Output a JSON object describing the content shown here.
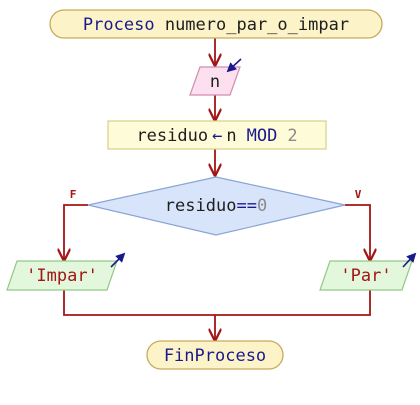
{
  "start": {
    "keyword": "Proceso",
    "name": "numero_par_o_impar"
  },
  "read_node": {
    "variable": "n"
  },
  "assign_node": {
    "target": "residuo",
    "arrow": "←",
    "operand": "n",
    "operator": "MOD",
    "constant": "2"
  },
  "decision_node": {
    "variable": "residuo",
    "operator": "==",
    "constant": "0"
  },
  "branch_false": {
    "label": "F",
    "output": "'Impar'"
  },
  "branch_true": {
    "label": "V",
    "output": "'Par'"
  },
  "end": {
    "keyword": "FinProceso"
  },
  "colors": {
    "flow_line": "#a31515",
    "keyword": "#1a1a8c",
    "text": "#1e1e1e",
    "string": "#a31515",
    "number": "#8c8c8c",
    "terminal_fill": "#fcf3c8",
    "terminal_stroke": "#c8aa5a",
    "read_fill": "#fde0ef",
    "assign_fill": "#fdfbd8",
    "decision_fill": "#d8e4fa",
    "output_fill": "#e2f7dc",
    "io_arrow": "#1a1a8c"
  }
}
